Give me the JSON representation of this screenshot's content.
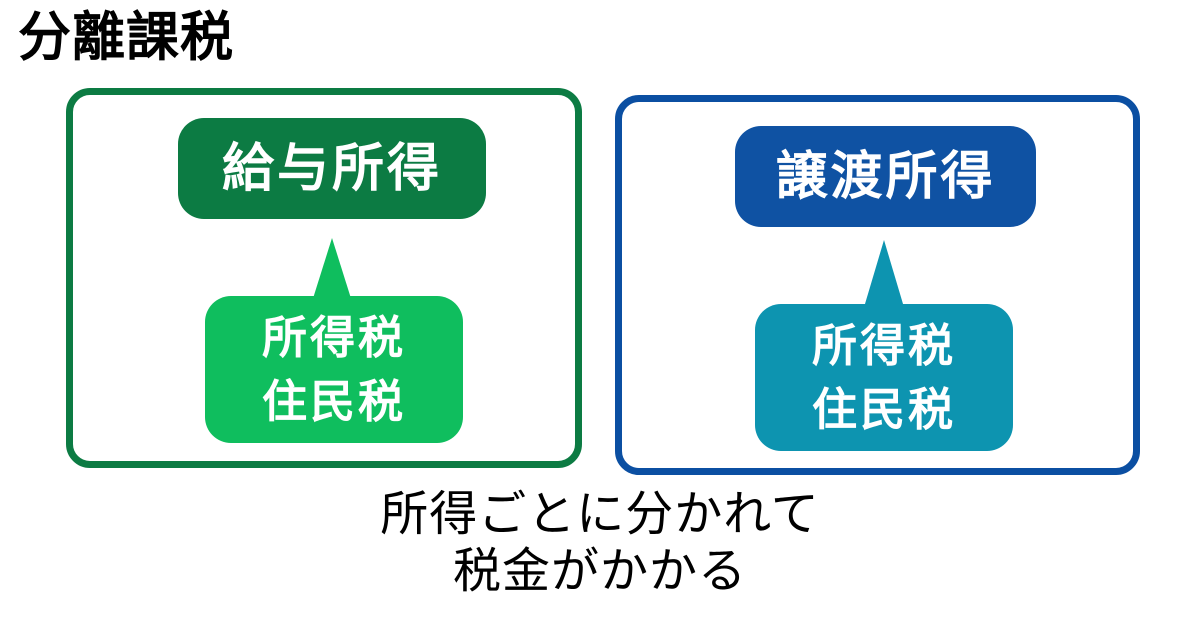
{
  "title": "分離課税",
  "panels": [
    {
      "id": "salary-income",
      "accent": "#0c7b43",
      "income_label": "給与所得",
      "tax_lines": [
        "所得税",
        "住民税"
      ],
      "tax_accent": "#0fbe5e"
    },
    {
      "id": "transfer-income",
      "accent": "#0b4fa2",
      "income_label": "譲渡所得",
      "tax_lines": [
        "所得税",
        "住民税"
      ],
      "tax_accent": "#0d94b0"
    }
  ],
  "caption": {
    "line1": "所得ごとに分かれて",
    "line2": "税金がかかる"
  },
  "colors": {
    "green_border": "#0c7b43",
    "green_light": "#0fbe5e",
    "blue_border": "#0b4fa2",
    "blue_dark": "#0f52a3",
    "teal": "#0d94b0",
    "text_dark": "#000000",
    "text_light": "#ffffff",
    "background": "#ffffff"
  }
}
